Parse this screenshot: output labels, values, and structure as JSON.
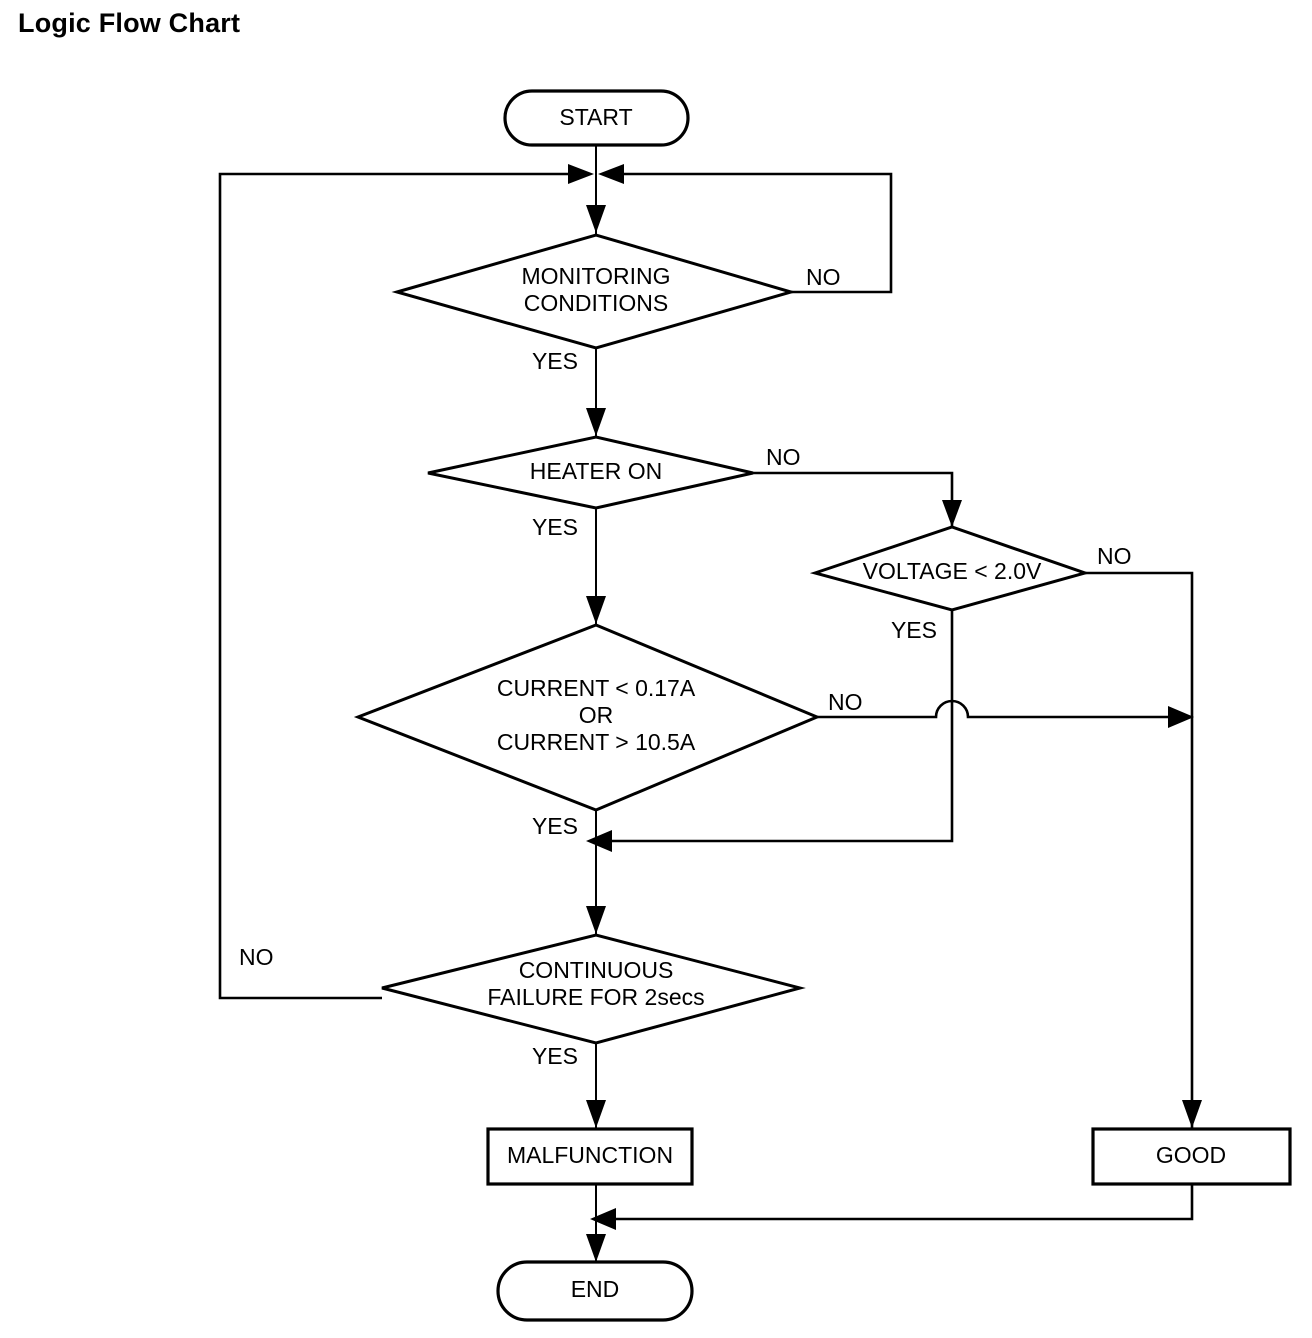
{
  "page": {
    "title": "Logic Flow Chart",
    "background_color": "#ffffff",
    "line_color": "#000000"
  },
  "chart_data": {
    "type": "diagram",
    "diagram_type": "flowchart",
    "title": "Logic Flow Chart",
    "orientation": "top-to-bottom",
    "nodes": [
      {
        "id": "start",
        "shape": "terminator",
        "label": "START"
      },
      {
        "id": "monitoring",
        "shape": "decision",
        "label": "MONITORING CONDITIONS",
        "line1": "MONITORING",
        "line2": "CONDITIONS"
      },
      {
        "id": "heater",
        "shape": "decision",
        "label": "HEATER ON",
        "line1": "HEATER ON"
      },
      {
        "id": "voltage",
        "shape": "decision",
        "label": "VOLTAGE < 2.0V",
        "line1": "VOLTAGE < 2.0V"
      },
      {
        "id": "current",
        "shape": "decision",
        "label": "CURRENT < 0.17A OR CURRENT > 10.5A",
        "line1": "CURRENT < 0.17A",
        "line2": "OR",
        "line3": "CURRENT > 10.5A"
      },
      {
        "id": "continuous",
        "shape": "decision",
        "label": "CONTINUOUS FAILURE FOR 2secs",
        "line1": "CONTINUOUS",
        "line2": "FAILURE FOR 2secs"
      },
      {
        "id": "malfunction",
        "shape": "process",
        "label": "MALFUNCTION"
      },
      {
        "id": "good",
        "shape": "process",
        "label": "GOOD"
      },
      {
        "id": "end",
        "shape": "terminator",
        "label": "END"
      }
    ],
    "edges": [
      {
        "from": "start",
        "to": "monitoring",
        "label": ""
      },
      {
        "from": "monitoring",
        "to": "heater",
        "label": "YES"
      },
      {
        "from": "monitoring",
        "to": "start_join",
        "label": "NO"
      },
      {
        "from": "heater",
        "to": "current",
        "label": "YES"
      },
      {
        "from": "heater",
        "to": "voltage",
        "label": "NO"
      },
      {
        "from": "voltage",
        "to": "current_yes_merge",
        "label": "YES"
      },
      {
        "from": "voltage",
        "to": "good",
        "label": "NO"
      },
      {
        "from": "current",
        "to": "continuous",
        "label": "YES"
      },
      {
        "from": "current",
        "to": "good",
        "label": "NO"
      },
      {
        "from": "continuous",
        "to": "malfunction",
        "label": "YES"
      },
      {
        "from": "continuous",
        "to": "start_join",
        "label": "NO"
      },
      {
        "from": "malfunction",
        "to": "end",
        "label": ""
      },
      {
        "from": "good",
        "to": "end",
        "label": ""
      }
    ]
  },
  "labels": {
    "yes": "YES",
    "no": "NO",
    "monitoring_no": "NO",
    "monitoring_yes": "YES",
    "heater_no": "NO",
    "heater_yes": "YES",
    "voltage_no": "NO",
    "voltage_yes": "YES",
    "current_no": "NO",
    "current_yes": "YES",
    "continuous_no": "NO",
    "continuous_yes": "YES"
  }
}
